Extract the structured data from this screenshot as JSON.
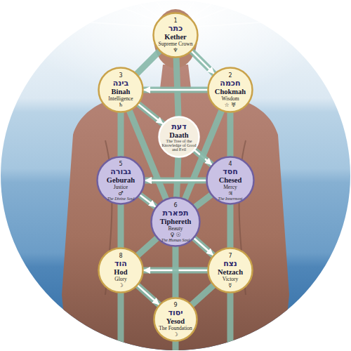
{
  "diagram": {
    "nodes": [
      {
        "text": [
          "1",
          "כתר",
          "Kether",
          "Supreme Crown",
          "♆"
        ]
      },
      {
        "text": [
          "3",
          "בינה",
          "Binah",
          "Intelligence",
          "♄"
        ]
      },
      {
        "text": [
          "2",
          "חכמה",
          "Chokmah",
          "Wisdom",
          "☆ ♅"
        ]
      },
      {
        "text": [
          "דעת",
          "Daath",
          "The Tree of the Knowledge of Good and Evil"
        ]
      },
      {
        "text": [
          "5",
          "גבורה",
          "Geburah",
          "Justice",
          "♂",
          "The Divine Soul"
        ]
      },
      {
        "text": [
          "4",
          "חסד",
          "Chesed",
          "Mercy",
          "♃",
          "The Innermost"
        ]
      },
      {
        "text": [
          "6",
          "תפארת",
          "Tiphereth",
          "Beauty",
          "♀ ☉",
          "The Human Soul"
        ]
      },
      {
        "text": [
          "8",
          "הוד",
          "Hod",
          "Glory",
          "☽"
        ]
      },
      {
        "text": [
          "7",
          "נצח",
          "Netzach",
          "Victory",
          "☿"
        ]
      },
      {
        "text": [
          "9",
          "יסוד",
          "Yesod",
          "The Foundation",
          "☽"
        ]
      }
    ],
    "edges": [
      {
        "from": 0,
        "to": 2,
        "arrow": "to"
      },
      {
        "from": 0,
        "to": 1,
        "arrow": "none"
      },
      {
        "from": 0,
        "to": 3,
        "arrow": "none"
      },
      {
        "from": 2,
        "to": 1,
        "arrow": "to"
      },
      {
        "from": 1,
        "to": 3,
        "arrow": "to"
      },
      {
        "from": 3,
        "to": 5,
        "arrow": "to"
      },
      {
        "from": 1,
        "to": 4,
        "arrow": "none"
      },
      {
        "from": 2,
        "to": 5,
        "arrow": "none"
      },
      {
        "from": 1,
        "to": 6,
        "arrow": "none"
      },
      {
        "from": 2,
        "to": 6,
        "arrow": "none"
      },
      {
        "from": 3,
        "to": 6,
        "arrow": "none"
      },
      {
        "from": 5,
        "to": 4,
        "arrow": "to"
      },
      {
        "from": 4,
        "to": 6,
        "arrow": "to"
      },
      {
        "from": 5,
        "to": 6,
        "arrow": "none"
      },
      {
        "from": 4,
        "to": 7,
        "arrow": "none"
      },
      {
        "from": 5,
        "to": 8,
        "arrow": "none"
      },
      {
        "from": 6,
        "to": 8,
        "arrow": "to"
      },
      {
        "from": 6,
        "to": 7,
        "arrow": "none"
      },
      {
        "from": 8,
        "to": 7,
        "arrow": "to"
      },
      {
        "from": 6,
        "to": 9,
        "arrow": "none"
      },
      {
        "from": 7,
        "to": 9,
        "arrow": "to"
      },
      {
        "from": 8,
        "to": 9,
        "arrow": "none"
      }
    ]
  }
}
